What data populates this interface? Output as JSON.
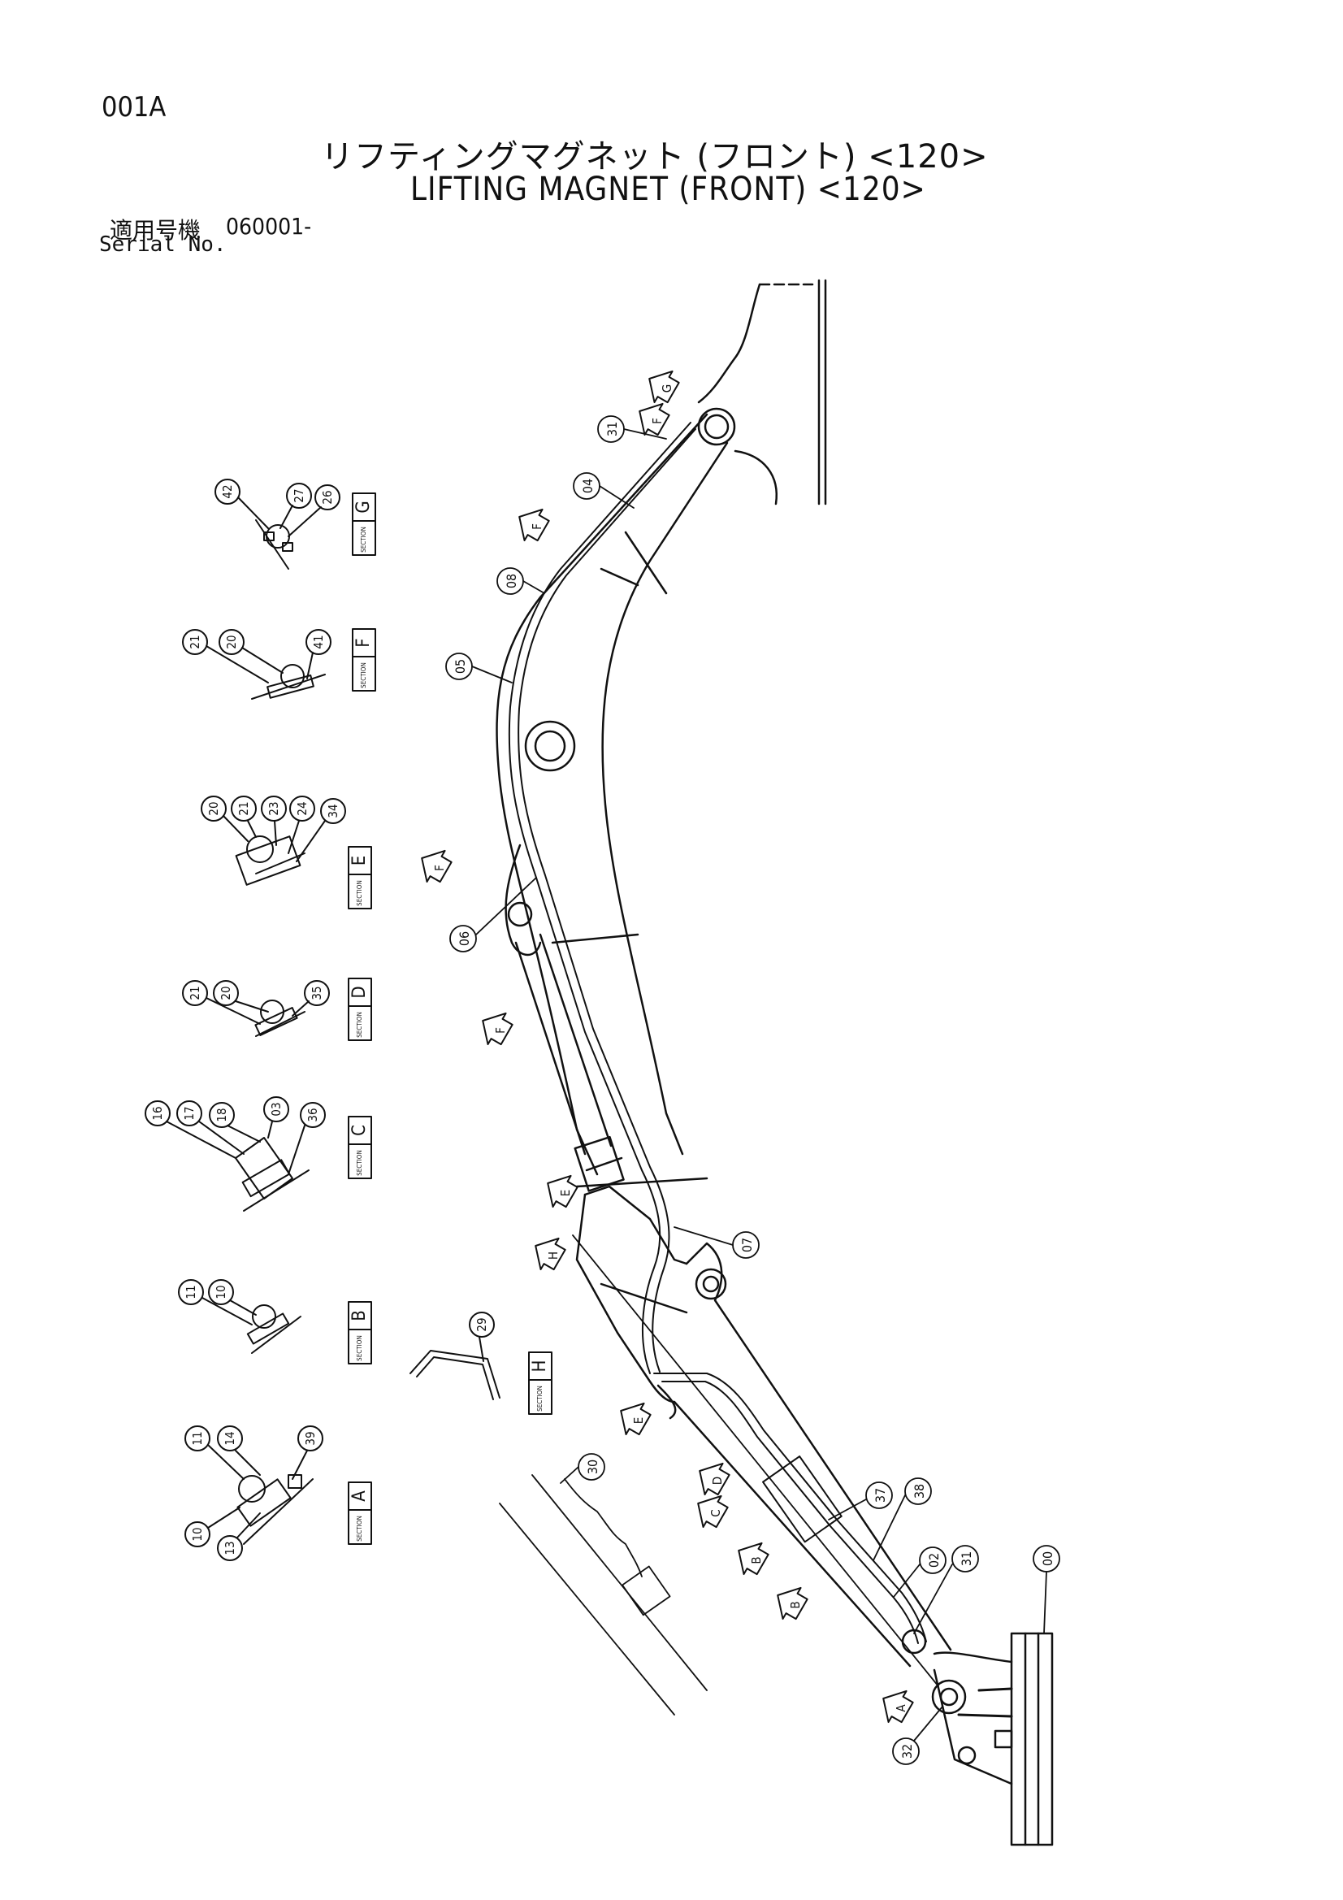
{
  "header": {
    "page_code": "001A",
    "title_jp": "リフティングマグネット (フロント) <120>",
    "title_en": "LIFTING MAGNET (FRONT) <120>",
    "serial_label_jp": "適用号機",
    "serial_value": "060001-",
    "serial_label_en": "Serial No."
  },
  "sections": [
    {
      "letter": "G",
      "parts": [
        "42",
        "27",
        "26"
      ]
    },
    {
      "letter": "F",
      "parts": [
        "21",
        "20",
        "41"
      ]
    },
    {
      "letter": "E",
      "parts": [
        "20",
        "21",
        "23",
        "24",
        "34"
      ]
    },
    {
      "letter": "D",
      "parts": [
        "21",
        "20",
        "35"
      ]
    },
    {
      "letter": "C",
      "parts": [
        "16",
        "17",
        "18",
        "03",
        "36"
      ]
    },
    {
      "letter": "B",
      "parts": [
        "11",
        "10"
      ]
    },
    {
      "letter": "H",
      "parts": [
        "29"
      ]
    },
    {
      "letter": "A",
      "parts": [
        "11",
        "14",
        "39",
        "10",
        "13"
      ]
    }
  ],
  "section_caption": "SECTION",
  "main_parts": [
    "31",
    "04",
    "08",
    "05",
    "06",
    "07",
    "30",
    "37",
    "38",
    "02",
    "31",
    "00",
    "32"
  ],
  "view_arrows": [
    "G",
    "F",
    "F",
    "F",
    "F",
    "H",
    "E",
    "E",
    "D",
    "C",
    "B",
    "B",
    "A"
  ]
}
